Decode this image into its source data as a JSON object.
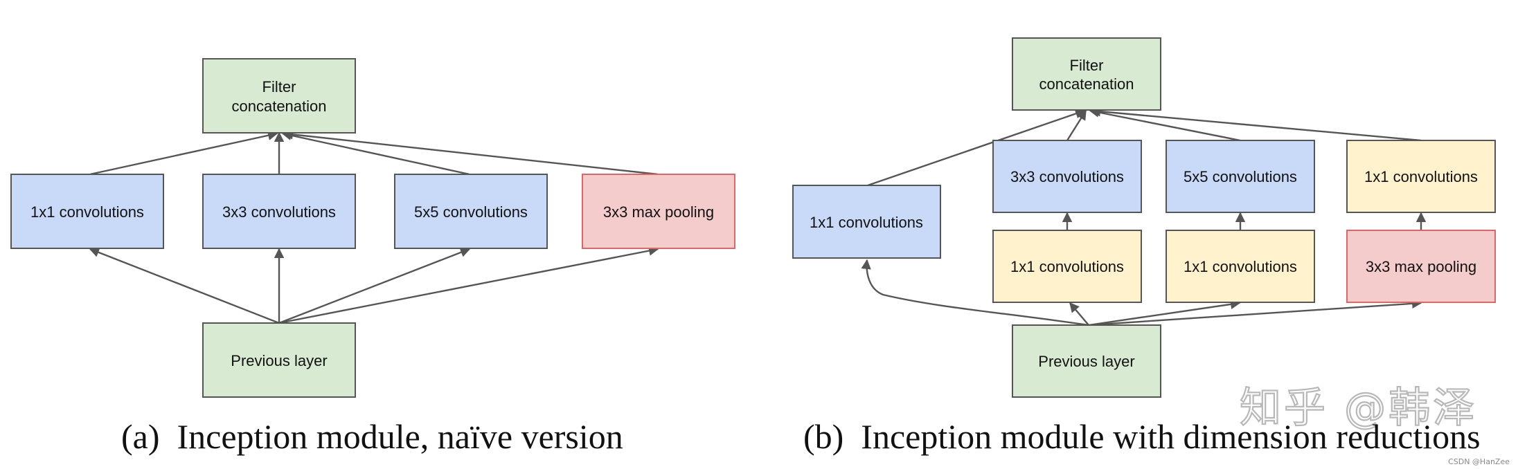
{
  "colors": {
    "green_fill": "#d9ead3",
    "blue_fill": "#c9daf8",
    "red_fill": "#f4cccc",
    "yellow_fill": "#fff2cc",
    "box_stroke": "#555555",
    "red_stroke": "#e06666",
    "arrow": "#555555"
  },
  "diagram_a": {
    "caption": "(a)  Inception module, naïve version",
    "filter_concat": [
      "Filter",
      "concatenation"
    ],
    "conv1x1": "1x1 convolutions",
    "conv3x3": "3x3 convolutions",
    "conv5x5": "5x5 convolutions",
    "maxpool": "3x3 max pooling",
    "previous": "Previous layer"
  },
  "diagram_b": {
    "caption": "(b)  Inception module with dimension reductions",
    "filter_concat": [
      "Filter",
      "concatenation"
    ],
    "conv1x1_direct": "1x1 convolutions",
    "conv3x3": "3x3 convolutions",
    "conv5x5": "5x5 convolutions",
    "conv1x1_after_pool": "1x1 convolutions",
    "reduce_3x3": "1x1 convolutions",
    "reduce_5x5": "1x1 convolutions",
    "maxpool": "3x3 max pooling",
    "previous": "Previous layer"
  },
  "watermark": "知乎 @韩泽",
  "credit": "CSDN @HanZee"
}
